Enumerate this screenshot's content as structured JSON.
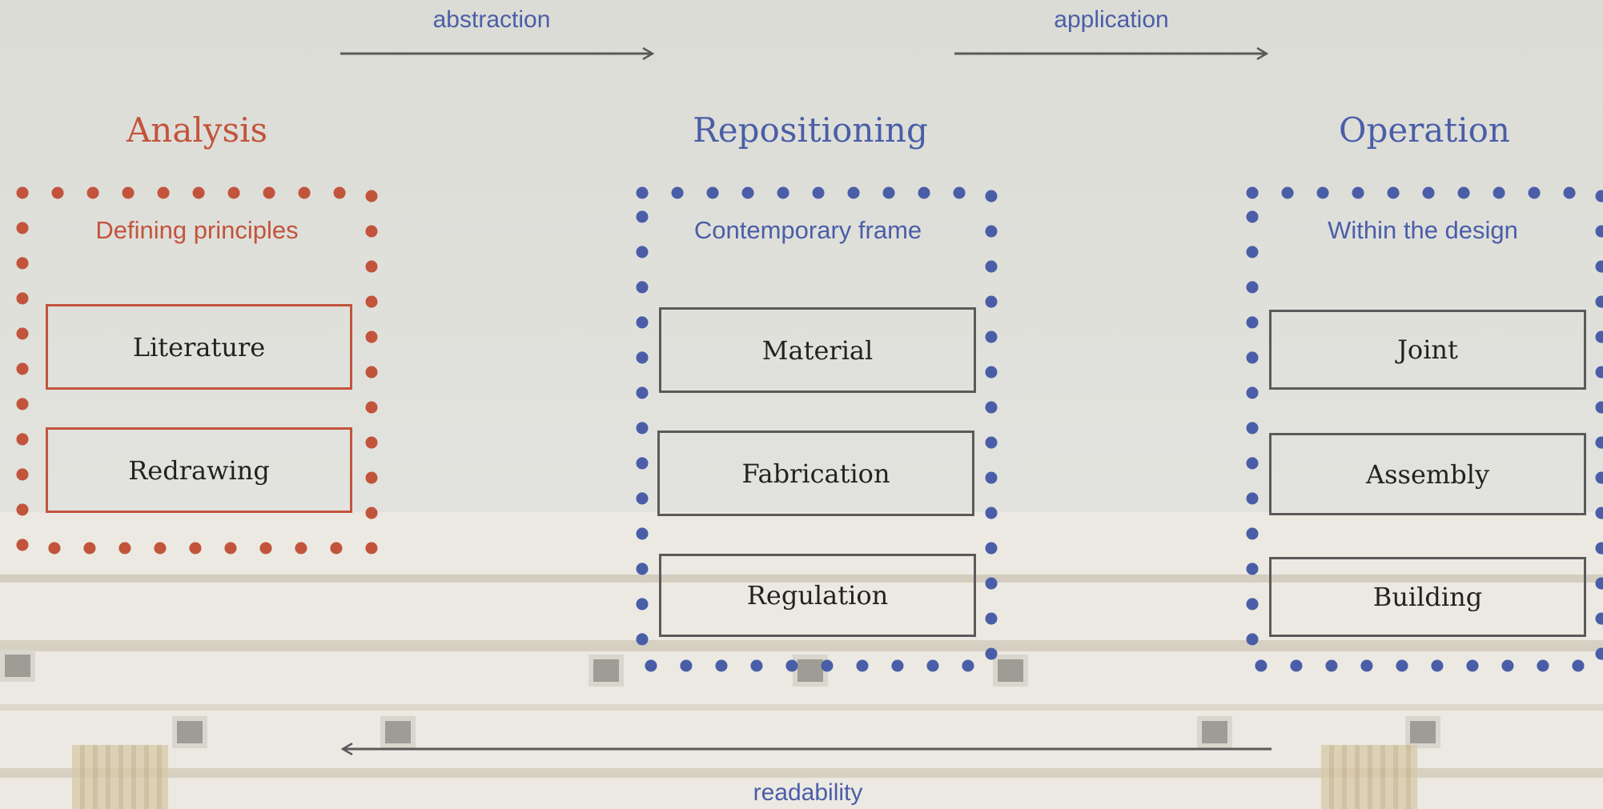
{
  "flows": {
    "abstraction": "abstraction",
    "application": "application",
    "readability": "readability"
  },
  "stages": {
    "analysis": {
      "title": "Analysis",
      "subtitle": "Defining principles",
      "items": [
        "Literature",
        "Redrawing"
      ]
    },
    "repositioning": {
      "title": "Repositioning",
      "subtitle": "Contemporary frame",
      "items": [
        "Material",
        "Fabrication",
        "Regulation"
      ]
    },
    "operation": {
      "title": "Operation",
      "subtitle": "Within the design",
      "items": [
        "Joint",
        "Assembly",
        "Building"
      ]
    }
  },
  "colors": {
    "analysis": "#c2543c",
    "accent": "#4a5ea8",
    "arrow": "#5a5a5a",
    "background": "#dcdcd4"
  }
}
